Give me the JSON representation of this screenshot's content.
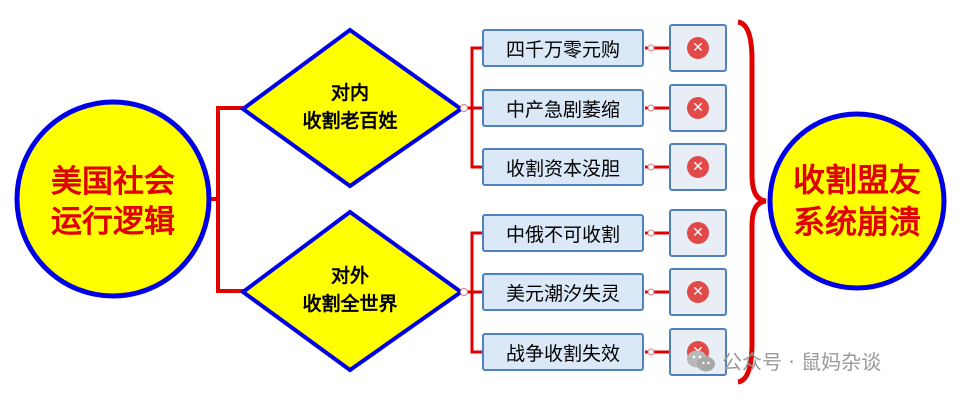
{
  "left_circle": {
    "line1": "美国社会",
    "line2": "运行逻辑"
  },
  "right_circle": {
    "line1": "收割盟友",
    "line2": "系统崩溃"
  },
  "top_diamond": {
    "line1": "对内",
    "line2": "收割老百姓"
  },
  "bottom_diamond": {
    "line1": "对外",
    "line2": "收割全世界"
  },
  "top_items": [
    "四千万零元购",
    "中产急剧萎缩",
    "收割资本没胆"
  ],
  "bottom_items": [
    "中俄不可收割",
    "美元潮汐失灵",
    "战争收割失效"
  ],
  "watermark": {
    "text": "公众号 · 鼠妈杂谈"
  },
  "colors": {
    "circle_fill": "#ffff00",
    "circle_stroke": "#0000e6",
    "connector": "#e00000",
    "box_fill": "#dbe8f7",
    "box_stroke": "#4e81bd",
    "x_icon": "#e24a4a"
  }
}
